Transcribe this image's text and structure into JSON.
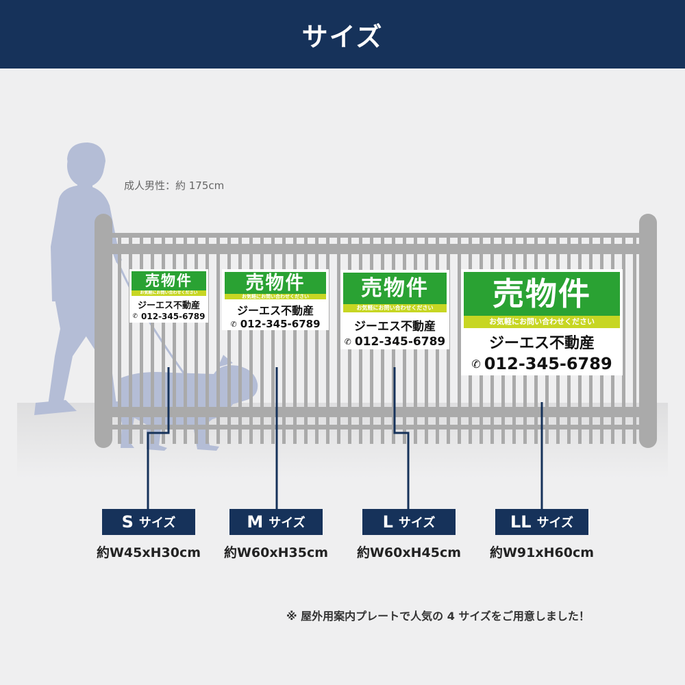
{
  "header": {
    "title": "サイズ"
  },
  "scene": {
    "height_note": "成人男性：約 175cm"
  },
  "plate": {
    "title": "売物件",
    "subtitle": "お気軽にお問い合わせください",
    "company": "ジーエス不動産",
    "phone": "012-345-6789"
  },
  "sizes": [
    {
      "letter": "S",
      "word": "サイズ",
      "dimensions": "約W45xH30cm"
    },
    {
      "letter": "M",
      "word": "サイズ",
      "dimensions": "約W60xH35cm"
    },
    {
      "letter": "L",
      "word": "サイズ",
      "dimensions": "約W60xH45cm"
    },
    {
      "letter": "LL",
      "word": "サイズ",
      "dimensions": "約W91xH60cm"
    }
  ],
  "footnote": "※ 屋外用案内プレートで人気の 4 サイズをご用意しました！",
  "colors": {
    "navy": "#16325a",
    "plate_green": "#2aa233",
    "plate_lime": "#c7d623",
    "fence_gray": "#a9a9a9",
    "silhouette": "#b4bdd6"
  }
}
